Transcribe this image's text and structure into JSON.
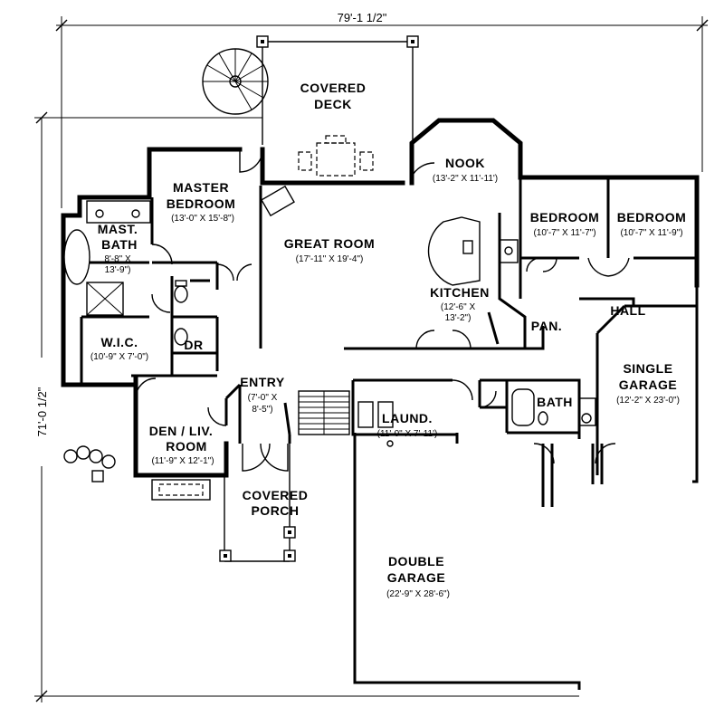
{
  "dimensions": {
    "overall_width": "79'-1 1/2\"",
    "overall_depth": "71'-0 1/2\""
  },
  "rooms": {
    "covered_deck": {
      "line1": "COVERED",
      "line2": "DECK"
    },
    "nook": {
      "name": "NOOK",
      "size": "(13'-2\" X 11'-11')"
    },
    "master_bedroom": {
      "line1": "MASTER",
      "line2": "BEDROOM",
      "size": "(13'-0\" X 15'-8\")"
    },
    "mast_bath": {
      "line1": "MAST.",
      "line2": "BATH",
      "size1": "8'-8\" X",
      "size2": "13'-9\")"
    },
    "great_room": {
      "name": "GREAT ROOM",
      "size": "(17'-11\" X 19'-4\")"
    },
    "kitchen": {
      "name": "KITCHEN",
      "size1": "(12'-6\" X",
      "size2": "13'-2\")"
    },
    "bedroom_1": {
      "name": "BEDROOM",
      "size": "(10'-7\" X 11'-7\")"
    },
    "bedroom_2": {
      "name": "BEDROOM",
      "size": "(10'-7\" X 11'-9\")"
    },
    "pan": {
      "name": "PAN."
    },
    "hall": {
      "name": "HALL"
    },
    "wic": {
      "name": "W.I.C.",
      "size": "(10'-9\" X 7'-0\")"
    },
    "dr": {
      "name": "DR"
    },
    "entry": {
      "name": "ENTRY",
      "size1": "(7'-0\" X",
      "size2": "8'-5\")"
    },
    "single_garage": {
      "line1": "SINGLE",
      "line2": "GARAGE",
      "size": "(12'-2\" X 23'-0\")"
    },
    "laund": {
      "name": "LAUND.",
      "size": "(11'-0\" X 7'-11')"
    },
    "bath": {
      "name": "BATH"
    },
    "den_liv_room": {
      "line1": "DEN / LIV.",
      "line2": "ROOM",
      "size": "(11'-9\" X 12'-1\")"
    },
    "covered_porch": {
      "line1": "COVERED",
      "line2": "PORCH"
    },
    "double_garage": {
      "line1": "DOUBLE",
      "line2": "GARAGE",
      "size": "(22'-9\" X 28'-6\")"
    }
  }
}
